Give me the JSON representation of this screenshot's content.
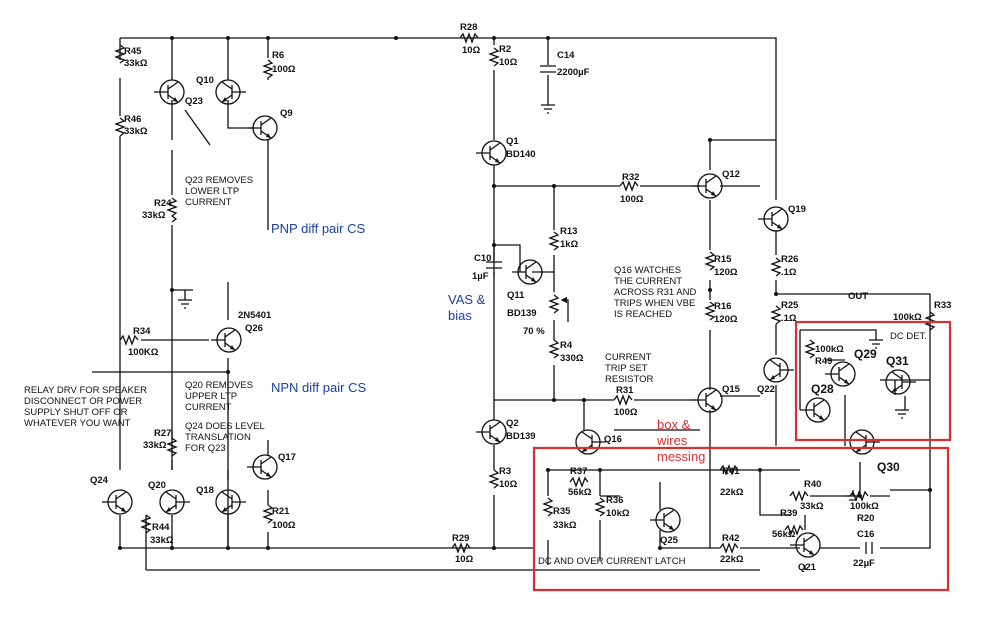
{
  "resistors": {
    "R45": {
      "name": "R45",
      "value": "33kΩ"
    },
    "R6": {
      "name": "R6",
      "value": "100Ω"
    },
    "R46": {
      "name": "R46",
      "value": "33kΩ"
    },
    "R24": {
      "name": "R24",
      "value": "33kΩ"
    },
    "R34": {
      "name": "R34",
      "value": "100KΩ"
    },
    "R27": {
      "name": "R27",
      "value": "33kΩ"
    },
    "R44": {
      "name": "R44",
      "value": "33kΩ"
    },
    "R21": {
      "name": "R21",
      "value": "100Ω"
    },
    "R28": {
      "name": "R28",
      "value": "10Ω"
    },
    "R2": {
      "name": "R2",
      "value": "10Ω"
    },
    "R29": {
      "name": "R29",
      "value": "10Ω"
    },
    "R3": {
      "name": "R3",
      "value": "10Ω"
    },
    "R13": {
      "name": "R13",
      "value": "1kΩ"
    },
    "R4": {
      "name": "R4",
      "value": "330Ω"
    },
    "R32": {
      "name": "R32",
      "value": "100Ω"
    },
    "R31": {
      "name": "R31",
      "value": "100Ω"
    },
    "R15": {
      "name": "R15",
      "value": "120Ω"
    },
    "R16": {
      "name": "R16",
      "value": "120Ω"
    },
    "R26": {
      "name": "R26",
      "value": ".1Ω"
    },
    "R25": {
      "name": "R25",
      "value": ".1Ω"
    },
    "R33": {
      "name": "R33",
      "value": "100kΩ"
    },
    "R49": {
      "name": "R49",
      "value": "100kΩ"
    },
    "R37": {
      "name": "R37",
      "value": "56kΩ"
    },
    "R36": {
      "name": "R36",
      "value": "10kΩ"
    },
    "R35": {
      "name": "R35",
      "value": "33kΩ"
    },
    "R41": {
      "name": "R41",
      "value": "22kΩ"
    },
    "R42": {
      "name": "R42",
      "value": "22kΩ"
    },
    "R40": {
      "name": "R40",
      "value": "33kΩ"
    },
    "R39": {
      "name": "R39",
      "value": "56kΩ"
    },
    "R20": {
      "name": "R20",
      "value": "100kΩ"
    }
  },
  "capacitors": {
    "C14": {
      "name": "C14",
      "value": "2200µF"
    },
    "C10": {
      "name": "C10",
      "value": "1µF"
    },
    "C16": {
      "name": "C16",
      "value": "22µF"
    }
  },
  "transistors": {
    "Q23": "Q23",
    "Q10": "Q10",
    "Q9": "Q9",
    "Q26": "Q26",
    "Q26_part": "2N5401",
    "Q17": "Q17",
    "Q18": "Q18",
    "Q20": "Q20",
    "Q24": "Q24",
    "Q1": "Q1",
    "Q1_part": "BD140",
    "Q11": "Q11",
    "Q11_part": "BD139",
    "Q2": "Q2",
    "Q2_part": "BD139",
    "Q16": "Q16",
    "Q12": "Q12",
    "Q19": "Q19",
    "Q15": "Q15",
    "Q22": "Q22",
    "Q29": "Q29",
    "Q31": "Q31",
    "Q28": "Q28",
    "Q30": "Q30",
    "Q25": "Q25",
    "Q21": "Q21"
  },
  "pot_percent": "70 %",
  "out_label": "OUT",
  "notes": {
    "q23_l1": "Q23 REMOVES",
    "q23_l2": "LOWER LTP",
    "q23_l3": "CURRENT",
    "q20_l1": "Q20 REMOVES",
    "q20_l2": "UPPER LTP",
    "q20_l3": "CURRENT",
    "q24_l1": "Q24 DOES LEVEL",
    "q24_l2": "TRANSLATION",
    "q24_l3": "FOR Q23",
    "relay_l1": "RELAY DRV FOR SPEAKER",
    "relay_l2": "DISCONNECT OR POWER",
    "relay_l3": "SUPPLY SHUT OFF OR",
    "relay_l4": "WHATEVER YOU WANT",
    "q16_l1": "Q16 WATCHES",
    "q16_l2": "THE CURRENT",
    "q16_l3": "ACROSS R31 AND",
    "q16_l4": "TRIPS WHEN VBE",
    "q16_l5": "IS REACHED",
    "trip_l1": "CURRENT",
    "trip_l2": "TRIP SET",
    "trip_l3": "RESISTOR",
    "dc_det": "DC DET.",
    "latch": "DC AND OVER CURRENT LATCH"
  },
  "annotations": {
    "pnp_cs": "PNP diff pair CS",
    "npn_cs": "NPN diff pair CS",
    "vas1": "VAS &",
    "vas2": "bias",
    "box1": "box &",
    "box2": "wires",
    "box3": "messing"
  },
  "colors": {
    "wire": "#111111",
    "annotation_blue": "#1a3fa6",
    "highlight_red": "#d83030"
  }
}
